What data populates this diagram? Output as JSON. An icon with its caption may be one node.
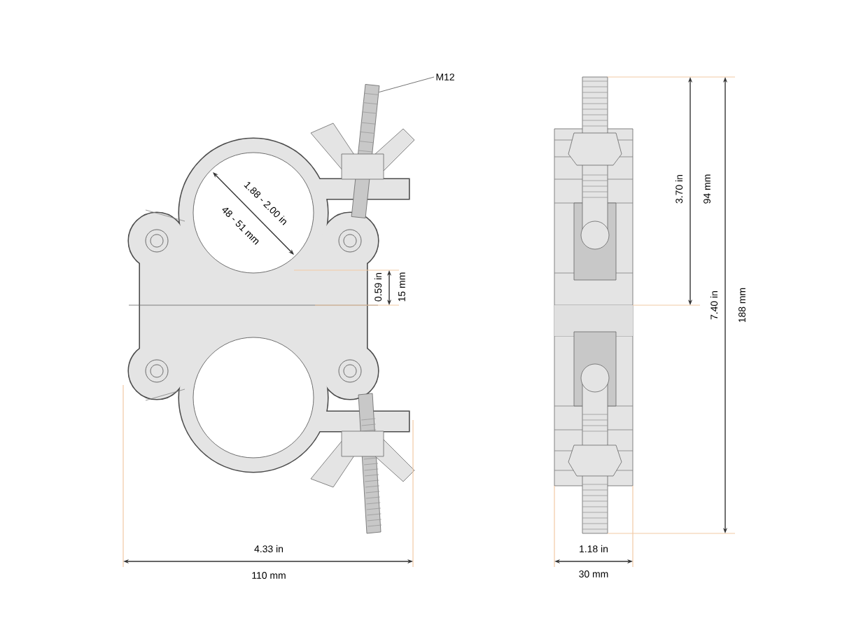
{
  "diagram": {
    "nodes": [
      {
        "text": [
          "M12"
        ]
      },
      {
        "text": [],
        "shape": "bar"
      }
    ],
    "edges": [
      {
        "from": 0,
        "to": 1,
        "arrow": "none"
      }
    ],
    "labels": [
      "1.88 - 2.00 in",
      "48 - 51 mm",
      "0.59 in",
      "15 mm",
      "3.70 in",
      "94 mm",
      "7.40 in",
      "188 mm",
      "4.33 in",
      "110 mm",
      "1.18 in",
      "30 mm"
    ]
  }
}
